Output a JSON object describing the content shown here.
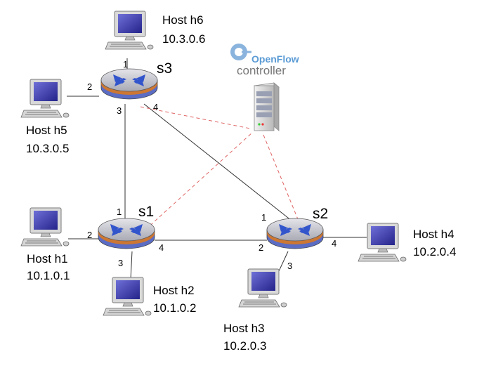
{
  "hosts": {
    "h6": {
      "name": "Host h6",
      "ip": "10.3.0.6"
    },
    "h5": {
      "name": "Host h5",
      "ip": "10.3.0.5"
    },
    "h1": {
      "name": "Host h1",
      "ip": "10.1.0.1"
    },
    "h2": {
      "name": "Host h2",
      "ip": "10.1.0.2"
    },
    "h3": {
      "name": "Host h3",
      "ip": "10.2.0.3"
    },
    "h4": {
      "name": "Host h4",
      "ip": "10.2.0.4"
    }
  },
  "switches": {
    "s1": {
      "name": "s1",
      "ports": {
        "p1": "1",
        "p2": "2",
        "p3": "3",
        "p4": "4"
      }
    },
    "s2": {
      "name": "s2",
      "ports": {
        "p1": "1",
        "p2": "2",
        "p3": "3",
        "p4": "4"
      }
    },
    "s3": {
      "name": "s3",
      "ports": {
        "p1": "1",
        "p2": "2",
        "p3": "3",
        "p4": "4"
      }
    }
  },
  "controller": {
    "brand": "OpenFlow",
    "label": "controller"
  },
  "colors": {
    "link": "#333333",
    "control_link": "#e06666",
    "switch_top": "#c8c8d0",
    "switch_band": "#cc7733",
    "x_mark": "#3355cc",
    "monitor_screen": "#3a3aa8"
  }
}
